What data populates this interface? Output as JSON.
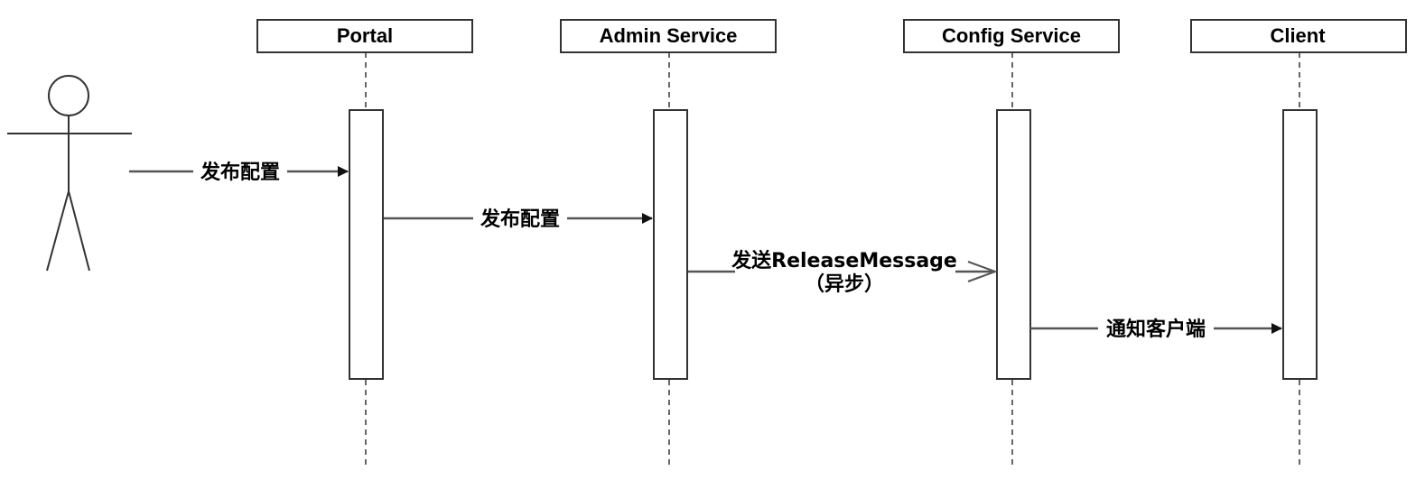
{
  "participants": [
    {
      "id": "portal",
      "label": "Portal"
    },
    {
      "id": "admin",
      "label": "Admin Service"
    },
    {
      "id": "config",
      "label": "Config Service"
    },
    {
      "id": "client",
      "label": "Client"
    }
  ],
  "messages": [
    {
      "from": "actor",
      "to": "portal",
      "label": "发布配置",
      "async": false
    },
    {
      "from": "portal",
      "to": "admin",
      "label": "发布配置",
      "async": false
    },
    {
      "from": "admin",
      "to": "config",
      "label": "发送ReleaseMessage",
      "sublabel": "（异步）",
      "async": true
    },
    {
      "from": "config",
      "to": "client",
      "label": "通知客户端",
      "async": false
    }
  ],
  "colors": {
    "line": "#555555",
    "box_stroke": "#333333",
    "background": "#ffffff"
  }
}
